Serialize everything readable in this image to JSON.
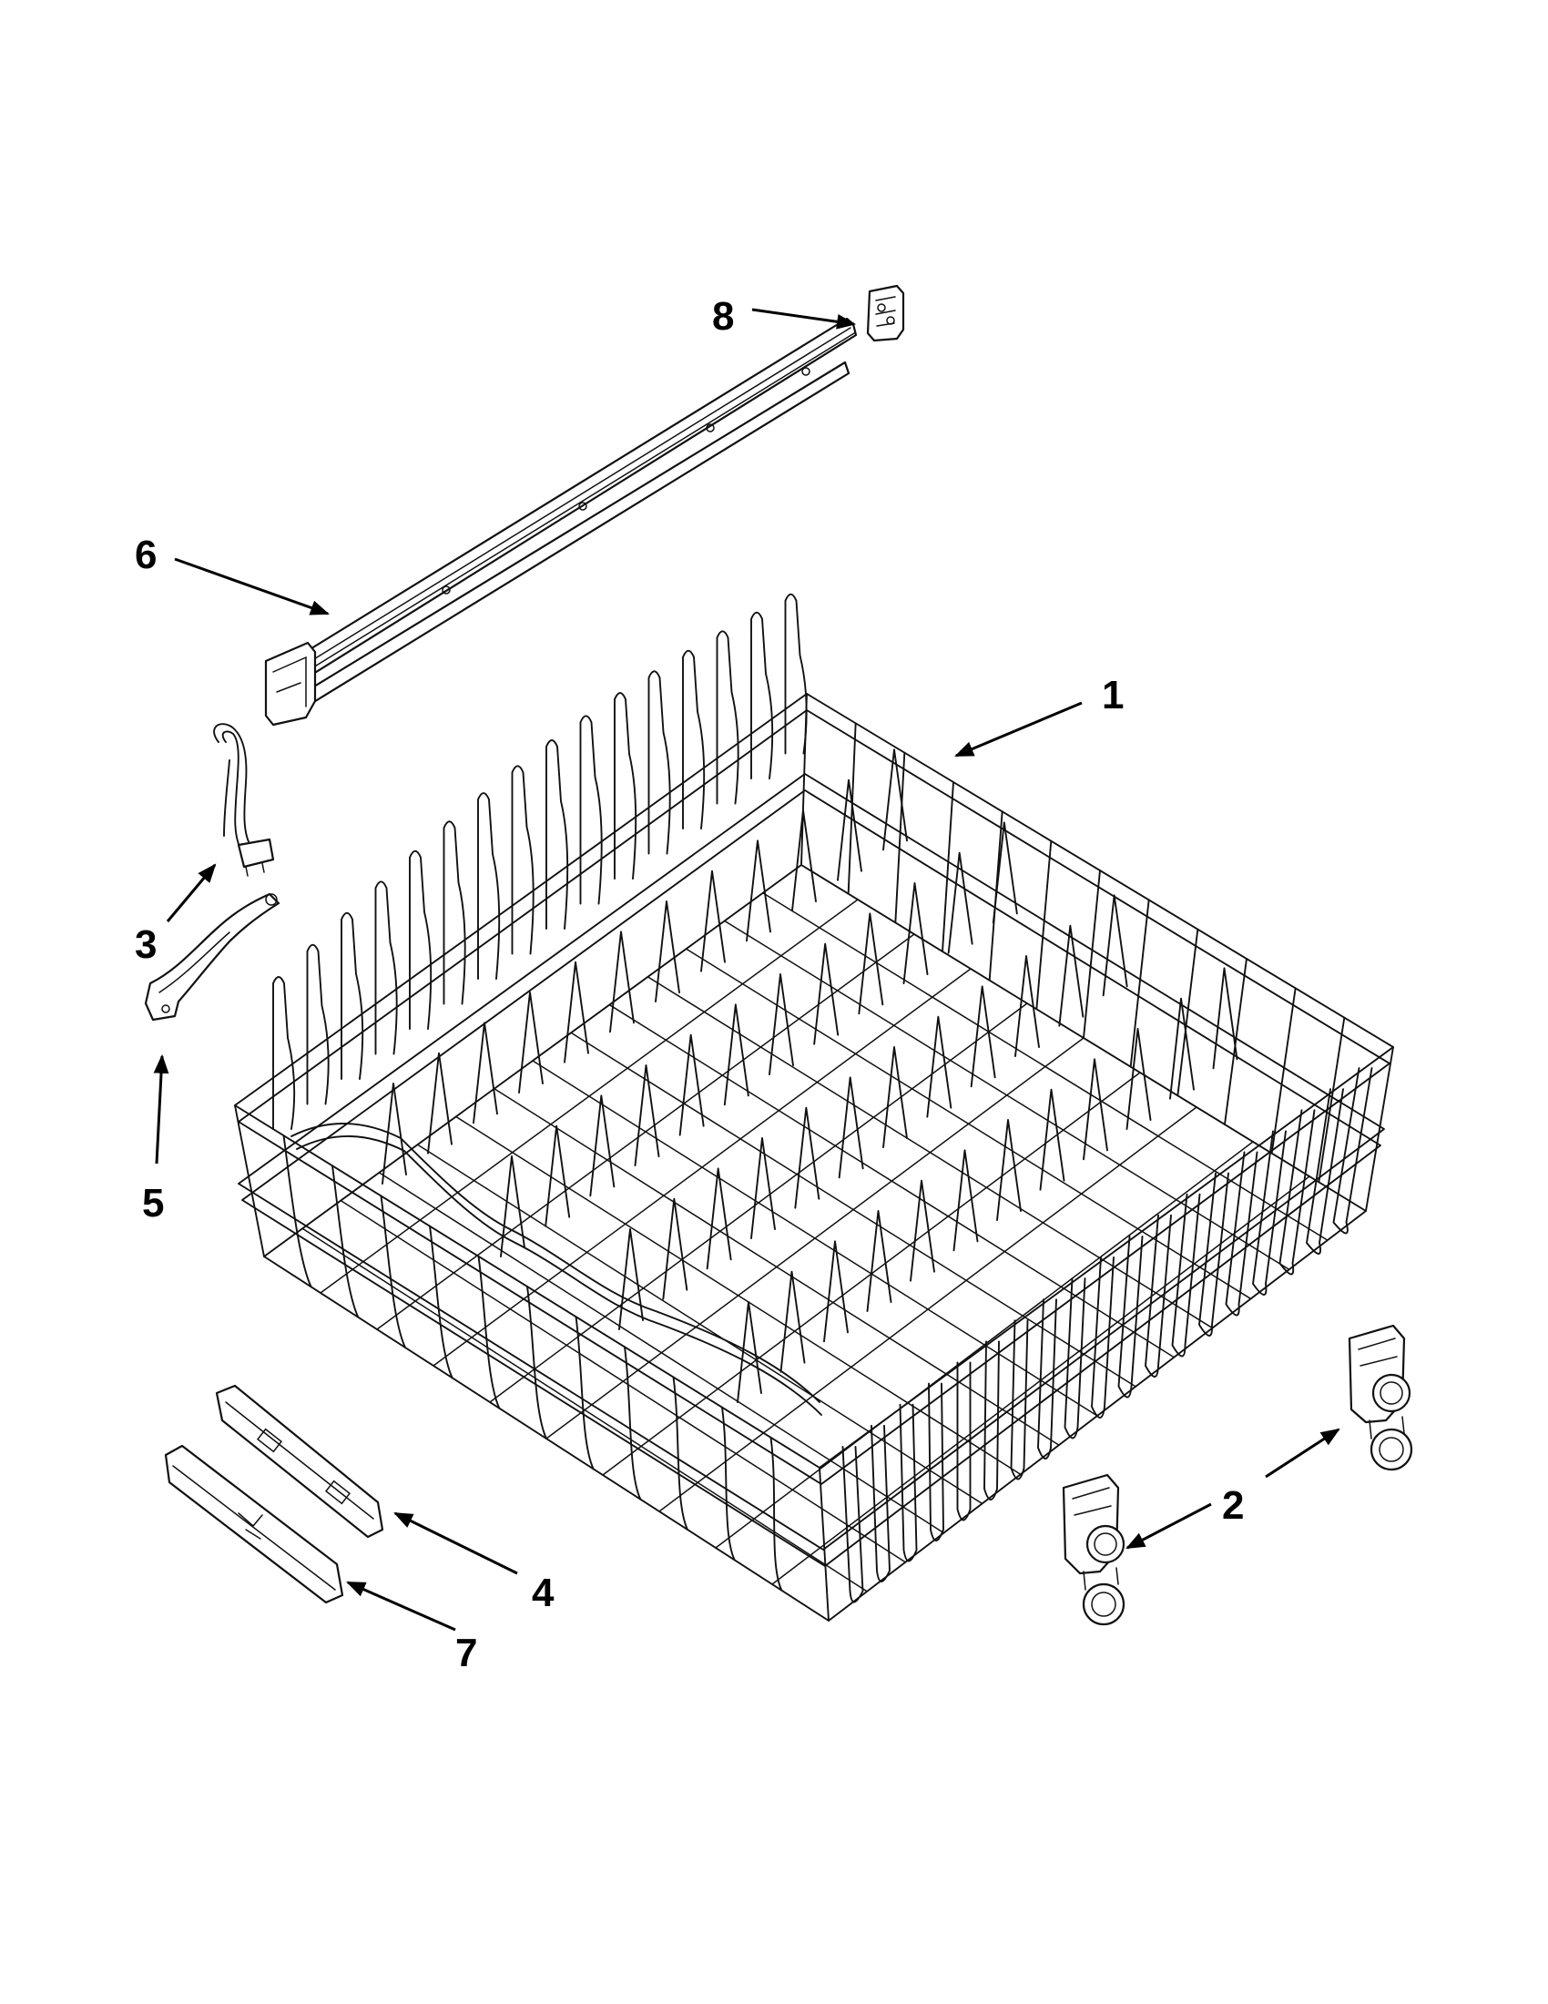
{
  "diagram": {
    "callouts": [
      {
        "id": "1",
        "label": "1",
        "part": "upper-dishrack"
      },
      {
        "id": "2",
        "label": "2",
        "part": "rack-adjuster-assembly"
      },
      {
        "id": "3",
        "label": "3",
        "part": "rack-lock-spring"
      },
      {
        "id": "4",
        "label": "4",
        "part": "rack-handle-base"
      },
      {
        "id": "5",
        "label": "5",
        "part": "rack-adjuster-lever"
      },
      {
        "id": "6",
        "label": "6",
        "part": "rack-slide-rail"
      },
      {
        "id": "7",
        "label": "7",
        "part": "rack-handle-cover"
      },
      {
        "id": "8",
        "label": "8",
        "part": "rail-end-cap"
      }
    ],
    "colors": {
      "line": "#111111",
      "background": "#ffffff"
    }
  }
}
